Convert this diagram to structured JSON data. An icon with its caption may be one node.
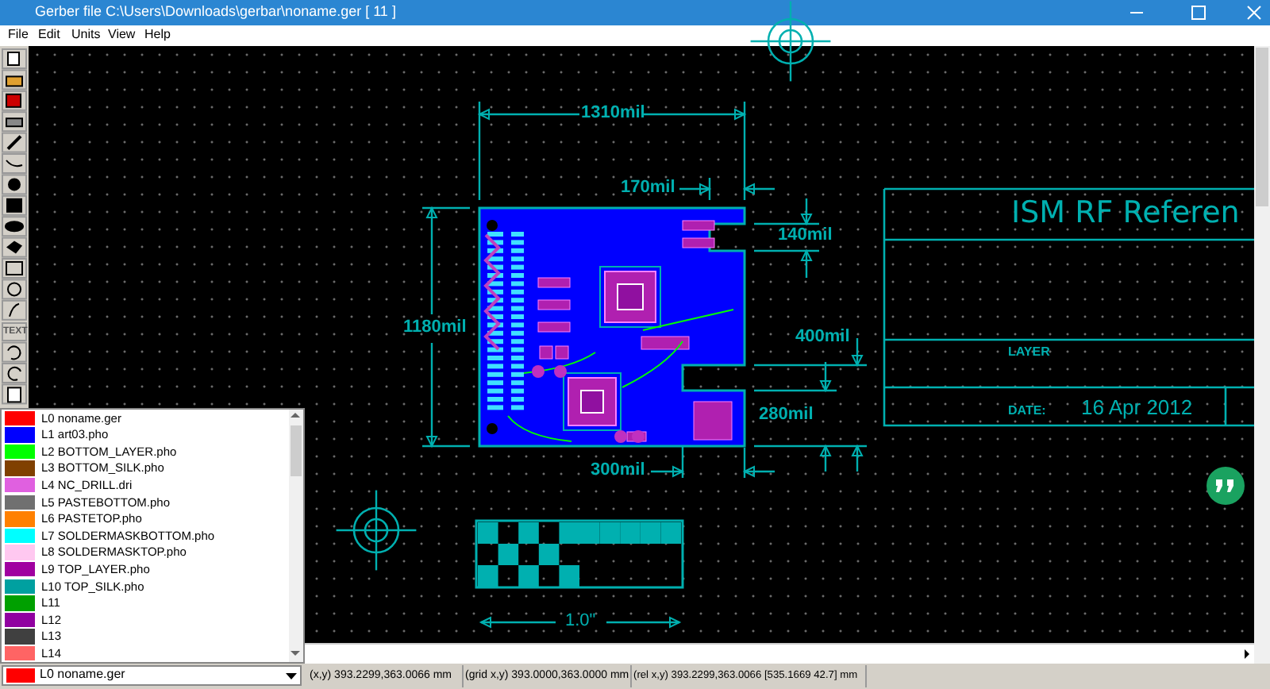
{
  "diagram": {
    "labels": [
      "Gerber file C:\\Users\\Downloads\\gerbar\\noname.ger [ 11 ]",
      "File",
      "Edit",
      "Units",
      "View",
      "Help",
      "TEXT",
      "1310mil",
      "170mil",
      "140mil",
      "1180mil",
      "400mil",
      "280mil",
      "300mil",
      "ISM RF Referen",
      "LAYER",
      "DATE:",
      "16 Apr 2012",
      "1.0\"",
      "L0 noname.ger",
      "(x,y) 393.2299,363.0066 mm",
      "(grid x,y) 393.0000,363.0000 mm",
      "(rel x,y) 393.2299,363.0066 [535.1669 42.7] mm"
    ],
    "legend": [
      {
        "text": "L0 noname.ger",
        "color": "#ff0000"
      },
      {
        "text": "L1 art03.pho",
        "color": "#0000ff"
      },
      {
        "text": "L2 BOTTOM_LAYER.pho",
        "color": "#00ff00"
      },
      {
        "text": "L3 BOTTOM_SILK.pho",
        "color": "#804000"
      },
      {
        "text": "L4 NC_DRILL.dri",
        "color": "#e060e0"
      },
      {
        "text": "L5 PASTEBOTTOM.pho",
        "color": "#707070"
      },
      {
        "text": "L6 PASTETOP.pho",
        "color": "#ff8000"
      },
      {
        "text": "L7 SOLDERMASKBOTTOM.pho",
        "color": "#00ffff"
      },
      {
        "text": "L8 SOLDERMASKTOP.pho",
        "color": "#ffc8f0"
      },
      {
        "text": "L9 TOP_LAYER.pho",
        "color": "#a000a0"
      },
      {
        "text": "L10 TOP_SILK.pho",
        "color": "#00a0a0"
      },
      {
        "text": "L11",
        "color": "#00a000"
      },
      {
        "text": "L12",
        "color": "#9000a0"
      },
      {
        "text": "L13",
        "color": "#404040"
      },
      {
        "text": "L14",
        "color": "#ff6464"
      }
    ]
  }
}
